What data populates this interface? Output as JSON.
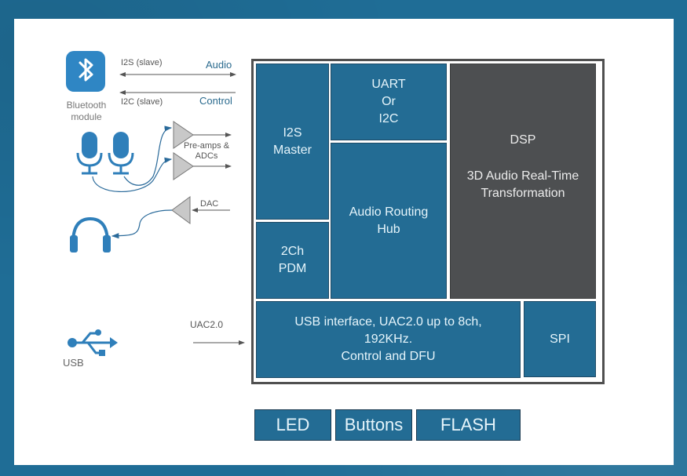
{
  "bluetooth": {
    "icon": "bluetooth-icon",
    "label_line1": "Bluetooth",
    "label_line2": "module",
    "i2s_label": "I2S (slave)",
    "audio_label": "Audio",
    "i2c_label": "I2C (slave)",
    "control_label": "Control"
  },
  "audio_io": {
    "mic_icon": "microphone-icon",
    "preamp_label_line1": "Pre-amps &",
    "preamp_label_line2": "ADCs",
    "dac_label": "DAC",
    "headphone_icon": "headphones-icon"
  },
  "usb": {
    "icon": "usb-icon",
    "label": "USB",
    "link_label": "UAC2.0"
  },
  "chip_blocks": {
    "i2s_master": "I2S\nMaster",
    "uart_i2c": "UART\nOr\nI2C",
    "dsp_title": "DSP",
    "dsp_desc": "3D Audio Real-Time\nTransformation",
    "pdm": "2Ch\nPDM",
    "routing_hub": "Audio Routing\nHub",
    "usb_interface": "USB interface, UAC2.0 up to 8ch,\n192KHz.\nControl and DFU",
    "spi": "SPI"
  },
  "external": {
    "led": "LED",
    "buttons": "Buttons",
    "flash": "FLASH"
  },
  "colors": {
    "background": "#1f6d96",
    "block_blue": "#236c94",
    "dsp_gray": "#4d4f51",
    "icon_blue": "#2f7fba",
    "chip_border": "#505050"
  }
}
